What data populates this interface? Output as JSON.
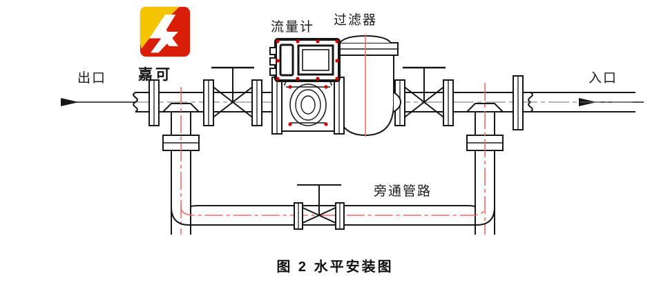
{
  "figure": {
    "caption": "图 2  水平安装图",
    "caption_number": "图 2",
    "caption_title": "水平安装图"
  },
  "brand": {
    "name": "嘉可",
    "logo_name": "jiake-logo",
    "colors": {
      "yellow": "#F5C400",
      "red": "#D81E06",
      "white": "#FFFFFF"
    }
  },
  "labels": {
    "flowmeter": "流量计",
    "filter": "过滤器",
    "outlet": "出口",
    "inlet": "入口",
    "bypass": "旁通管路"
  },
  "colors": {
    "line": "#161616",
    "centerline_red": "#F4686B",
    "centerline_gray": "#6d6d6d",
    "bolt_red": "#CC0000",
    "text": "#141414"
  },
  "components": [
    {
      "name": "inlet-arrow",
      "label": "入口",
      "direction": "left",
      "position": "right-edge"
    },
    {
      "name": "outlet-arrow",
      "label": "出口",
      "direction": "left",
      "position": "left-edge"
    },
    {
      "name": "main-pipe",
      "orientation": "horizontal"
    },
    {
      "name": "inlet-gate-valve",
      "type": "gate-valve",
      "position": "right-main-line"
    },
    {
      "name": "filter-unit",
      "label": "过滤器",
      "type": "y-strainer"
    },
    {
      "name": "flowmeter-unit",
      "label": "流量计",
      "type": "turbine-flowmeter-with-converter"
    },
    {
      "name": "outlet-gate-valve",
      "type": "gate-valve",
      "position": "left-main-line"
    },
    {
      "name": "right-tee-branch",
      "type": "tee"
    },
    {
      "name": "left-tee-branch",
      "type": "tee"
    },
    {
      "name": "right-branch-flange",
      "type": "flange"
    },
    {
      "name": "left-branch-flange",
      "type": "flange"
    },
    {
      "name": "bypass-pipe",
      "label": "旁通管路",
      "orientation": "horizontal-lower"
    },
    {
      "name": "bypass-gate-valve",
      "type": "gate-valve",
      "position": "bypass-line"
    }
  ]
}
